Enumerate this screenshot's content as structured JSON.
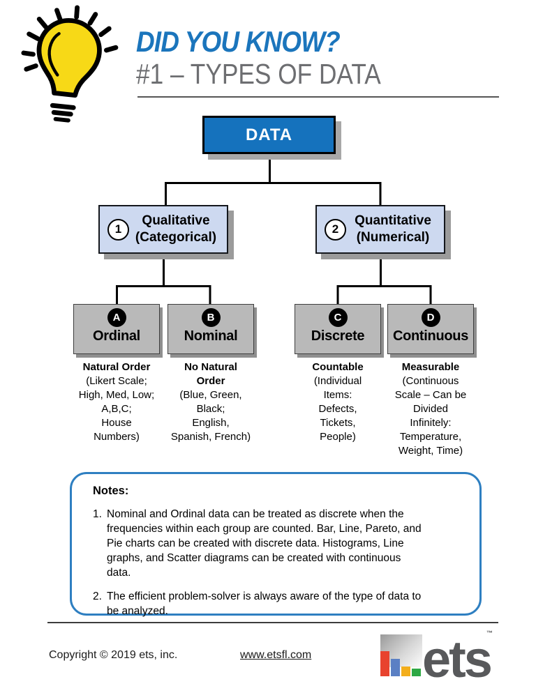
{
  "header": {
    "kicker": "DID YOU KNOW?",
    "title": "#1 – TYPES OF DATA",
    "kicker_color": "#1B75BC",
    "title_color": "#6D6E71"
  },
  "tree": {
    "root": {
      "label": "DATA",
      "fill_color": "#1572BD"
    },
    "branches": [
      {
        "number": "1",
        "label": "Qualitative\n(Categorical)",
        "fill_color": "#CDD9F0"
      },
      {
        "number": "2",
        "label": "Quantitative\n(Numerical)",
        "fill_color": "#CDD9F0"
      }
    ],
    "leaves": [
      {
        "letter": "A",
        "label": "Ordinal",
        "desc_title": "Natural Order",
        "desc_body": "(Likert Scale;\nHigh, Med, Low;\nA,B,C;\nHouse\nNumbers)"
      },
      {
        "letter": "B",
        "label": "Nominal",
        "desc_title": "No Natural\nOrder",
        "desc_body": "(Blue, Green,\nBlack;\nEnglish,\nSpanish, French)"
      },
      {
        "letter": "C",
        "label": "Discrete",
        "desc_title": "Countable",
        "desc_body": "(Individual\nItems:\nDefects,\nTickets,\nPeople)"
      },
      {
        "letter": "D",
        "label": "Continuous",
        "desc_title": "Measurable",
        "desc_body": "(Continuous\nScale – Can be\nDivided\nInfinitely:\nTemperature,\nWeight, Time)"
      }
    ],
    "leaf_fill_color": "#B9B9B9"
  },
  "notes": {
    "heading": "Notes:",
    "border_color": "#2E7FC1",
    "items": [
      {
        "num": "1.",
        "text": "Nominal and Ordinal data can be treated as discrete when the\nfrequencies within each group are counted. Bar, Line, Pareto, and\nPie charts can be created with discrete data. Histograms, Line\ngraphs, and Scatter diagrams can be created with continuous\ndata."
      },
      {
        "num": "2.",
        "text": "The efficient problem-solver is always aware of the type of data to\nbe analyzed."
      }
    ]
  },
  "footer": {
    "copyright": "Copyright © 2019 ets, inc.",
    "link": "www.etsfl.com",
    "logo_text": "ets",
    "trademark": "™",
    "logo_bar_colors": [
      "#E8432E",
      "#5B80C4",
      "#F3AE1C",
      "#2EA844"
    ],
    "lightbulb_color": "#F7D917"
  }
}
